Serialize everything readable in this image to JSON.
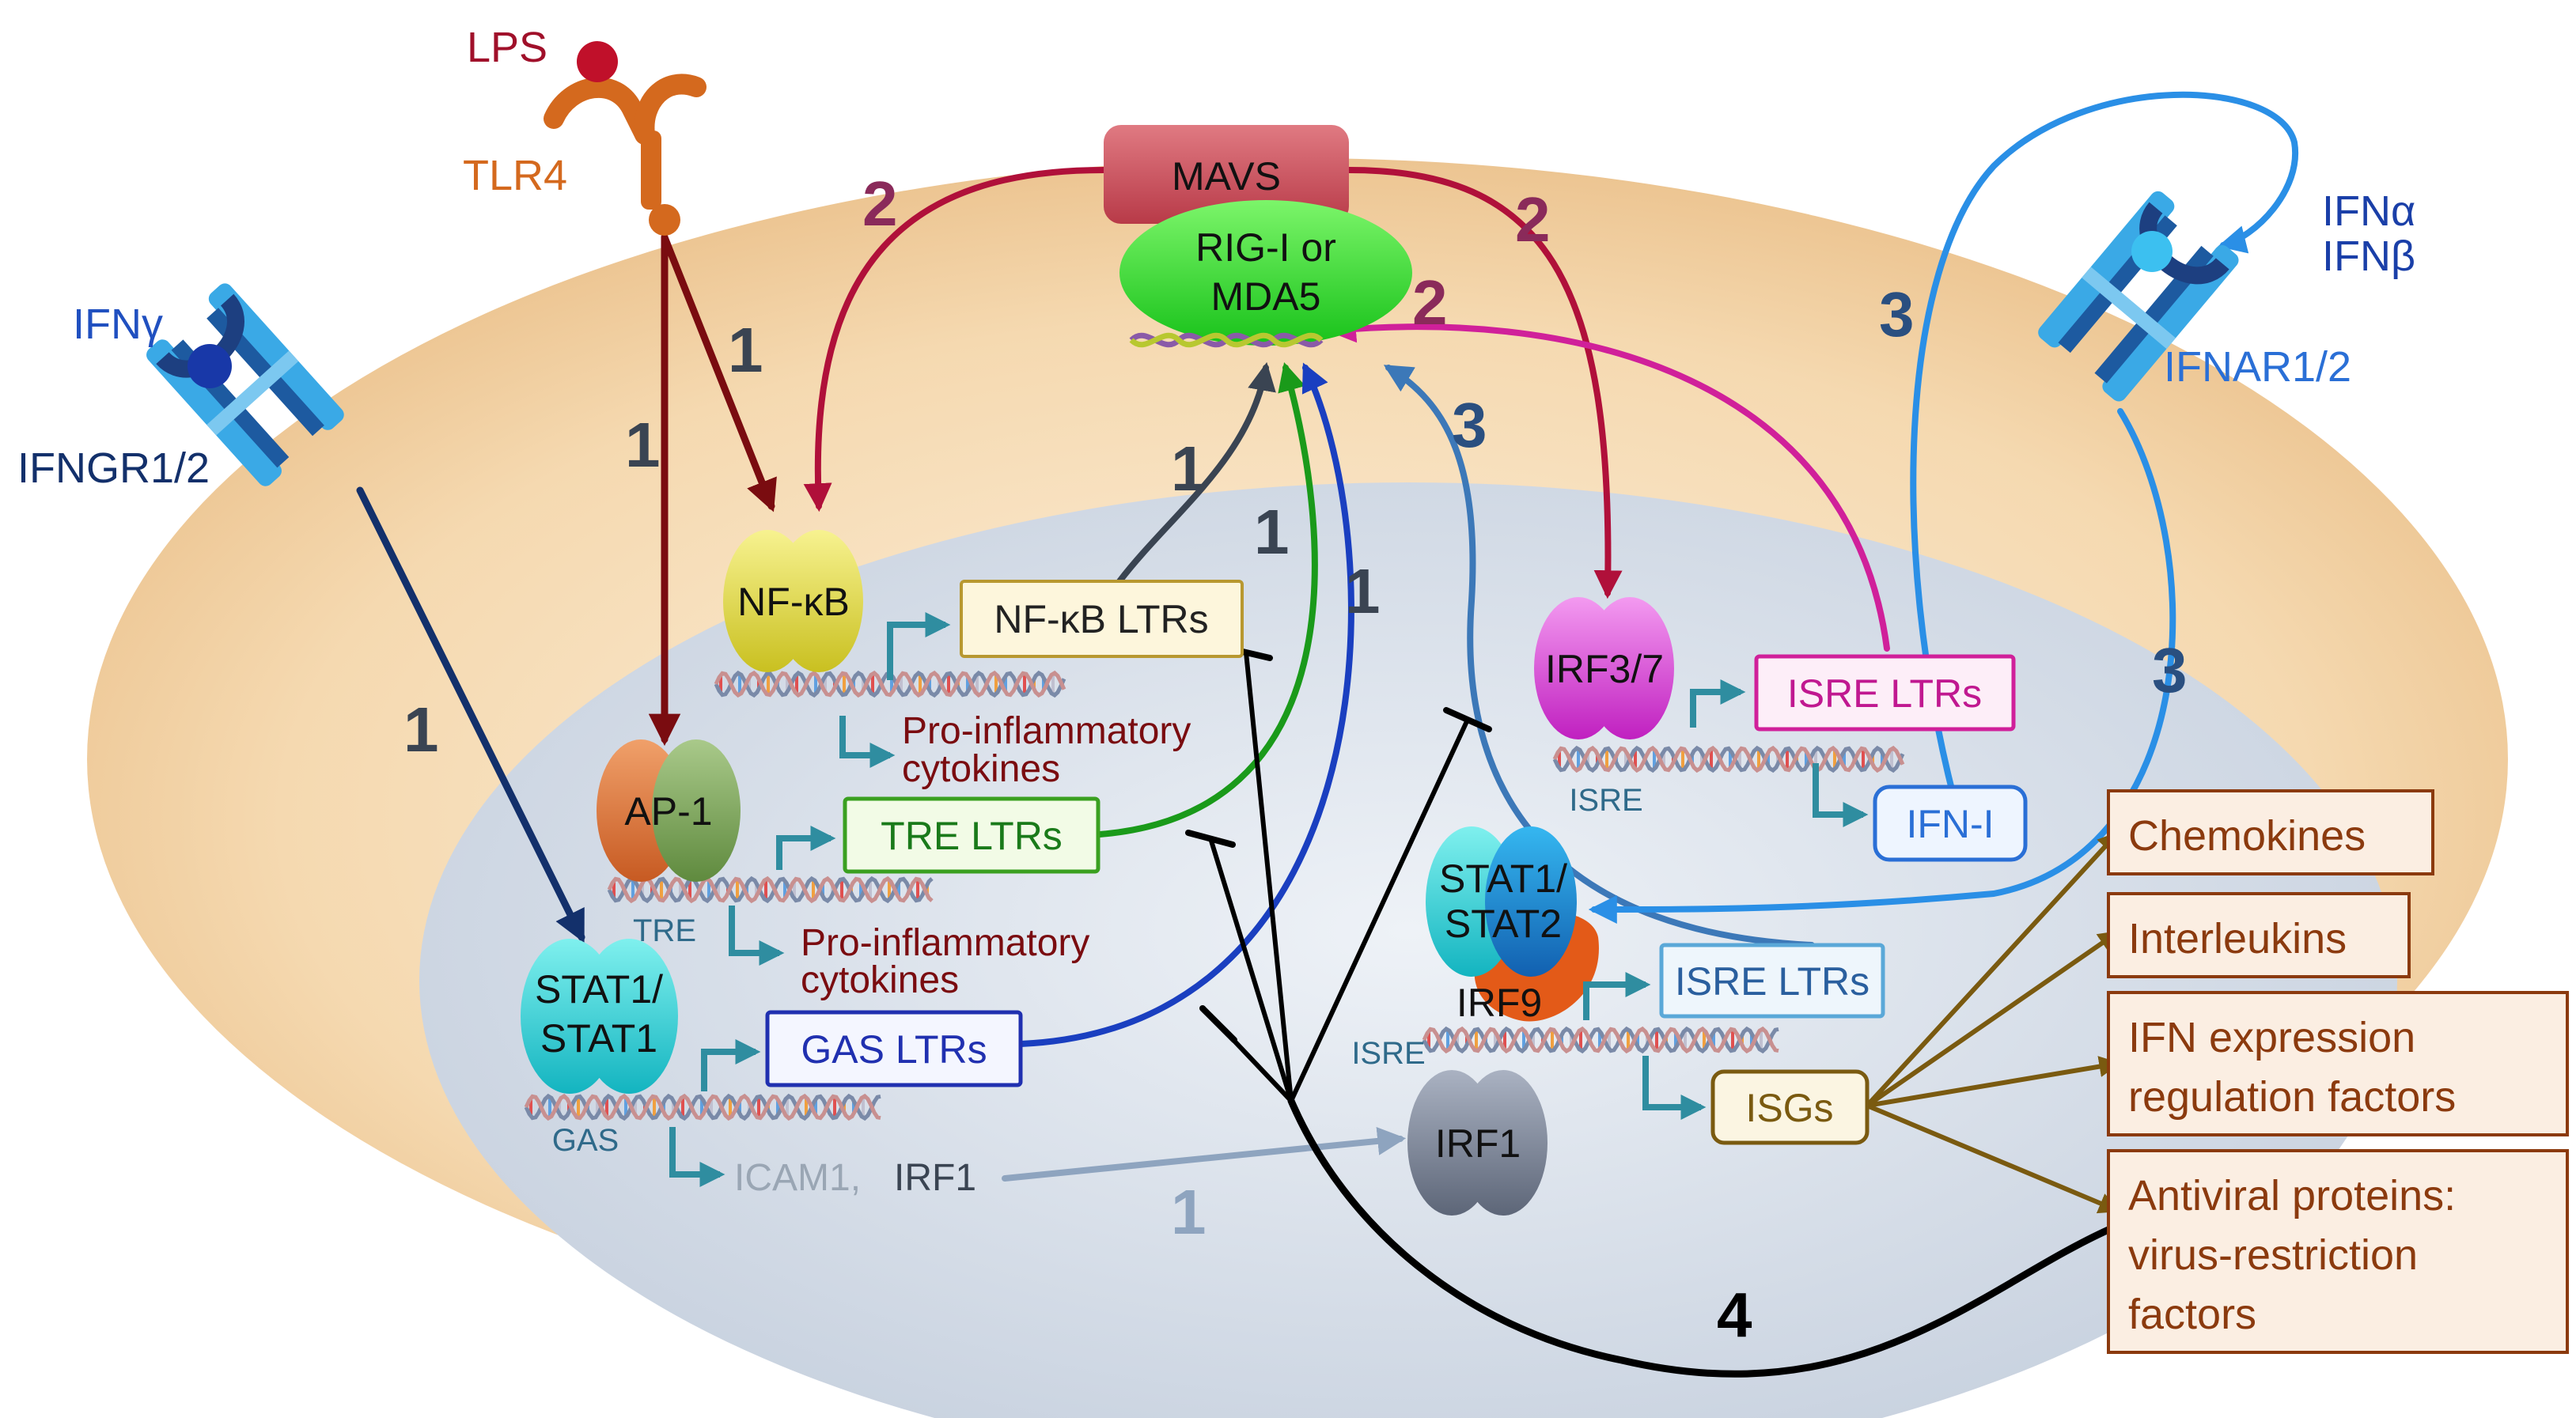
{
  "ligands": {
    "lps": "LPS",
    "tlr4": "TLR4",
    "ifng": "IFNγ",
    "ifngr": "IFNGR1/2",
    "ifna": "IFNα",
    "ifnb": "IFNβ",
    "ifnar": "IFNAR1/2"
  },
  "sensors": {
    "mavs": "MAVS",
    "rig_line1": "RIG-I or",
    "rig_line2": "MDA5"
  },
  "factors": {
    "nfkb": "NF-κB",
    "ap1": "AP-1",
    "stat11_line1": "STAT1/",
    "stat11_line2": "STAT1",
    "irf37": "IRF3/7",
    "stat12_line1": "STAT1/",
    "stat12_line2": "STAT2",
    "irf9": "IRF9",
    "irf1": "IRF1"
  },
  "elements": {
    "tre": "TRE",
    "gas": "GAS",
    "isre_top": "ISRE",
    "isre_bottom": "ISRE"
  },
  "boxes": {
    "nfkb_ltrs": "NF-κB LTRs",
    "tre_ltrs": "TRE LTRs",
    "gas_ltrs": "GAS LTRs",
    "isre_ltrs_top": "ISRE LTRs",
    "ifn_i": "IFN-I",
    "isre_ltrs_bottom": "ISRE LTRs",
    "isgs": "ISGs"
  },
  "outputs": {
    "pro_inflam_1_line1": "Pro-inflammatory",
    "pro_inflam_1_line2": "cytokines",
    "pro_inflam_2_line1": "Pro-inflammatory",
    "pro_inflam_2_line2": "cytokines",
    "icam1": "ICAM1,",
    "irf1_gene": "IRF1"
  },
  "isg_products": {
    "chemokines": "Chemokines",
    "interleukins": "Interleukins",
    "ifn_reg_line1": "IFN expression",
    "ifn_reg_line2": "regulation factors",
    "antiviral_line1": "Antiviral proteins:",
    "antiviral_line2": "virus-restriction",
    "antiviral_line3": "factors"
  },
  "pathway_numbers": {
    "one": "1",
    "two": "2",
    "three": "3",
    "four": "4"
  },
  "colors": {
    "cytoplasm": "#f3d2a4",
    "nucleus": "#d5dce6",
    "pathway1": "#7a0c10",
    "pathway2": "#b0103a",
    "pathway3": "#2a6fd6",
    "pathway4": "#000000",
    "isg_products": "#8b3a0e"
  }
}
